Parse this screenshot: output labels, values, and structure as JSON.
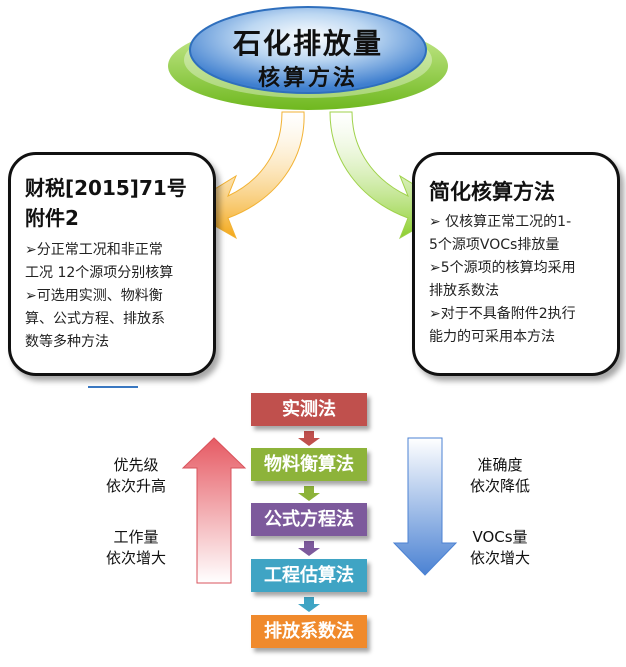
{
  "title": {
    "line1": "石化排放量",
    "line2": "核算方法"
  },
  "left_box": {
    "heading_line1": "财税[2015]71号",
    "heading_line2": "附件2",
    "items": [
      "➢分正常工况和非正常",
      "工况 12个源项分别核算",
      "➢可选用实测、物料衡",
      "算、公式方程、排放系",
      "数等多种方法"
    ]
  },
  "right_box": {
    "heading": "简化核算方法",
    "items": [
      "➢ 仅核算正常工况的1-",
      "5个源项VOCs排放量",
      "➢5个源项的核算均采用",
      "排放系数法",
      "➢对于不具备附件2执行",
      "能力的可采用本方法"
    ]
  },
  "methods": [
    {
      "label": "实测法",
      "color": "#c0504d"
    },
    {
      "label": "物料衡算法",
      "color": "#8db33a"
    },
    {
      "label": "公式方程法",
      "color": "#7d5a9c"
    },
    {
      "label": "工程估算法",
      "color": "#3fa4c4"
    },
    {
      "label": "排放系数法",
      "color": "#f08a2c"
    }
  ],
  "left_side": {
    "top_line1": "优先级",
    "top_line2": "依次升高",
    "bottom_line1": "工作量",
    "bottom_line2": "依次增大"
  },
  "right_side": {
    "top_line1": "准确度",
    "top_line2": "依次降低",
    "bottom_line1": "VOCs量",
    "bottom_line2": "依次增大"
  },
  "colors": {
    "ellipse_blue": "#4f8fd6",
    "ring_green": "#8fd13a",
    "arrow_orange": "#f7b731",
    "arrow_green": "#9cd33f",
    "up_arrow_red": "#d9535c",
    "down_arrow_blue": "#5b8fd6",
    "connector": "#c44a44"
  }
}
